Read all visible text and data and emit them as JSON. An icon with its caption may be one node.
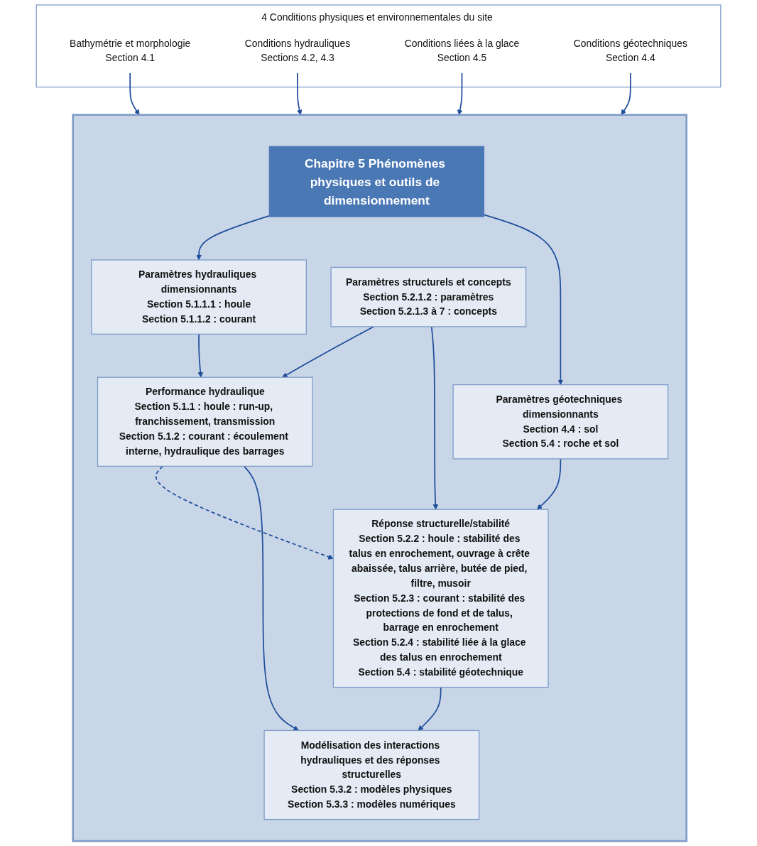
{
  "diagram": {
    "nodes": [
      {
        "text": [
          "4 Conditions physiques et environnementales du site"
        ]
      },
      {
        "text": [
          "Bathymétrie et morphologie",
          "Section 4.1"
        ],
        "in": 0
      },
      {
        "text": [
          "Conditions hydrauliques",
          "Sections 4.2, 4.3"
        ],
        "in": 0
      },
      {
        "text": [
          "Conditions liées à la glace",
          "Section 4.5"
        ],
        "in": 0
      },
      {
        "text": [
          "Conditions géotechniques",
          "Section 4.4"
        ],
        "in": 0
      },
      {
        "text": [],
        "shape": "box"
      },
      {
        "text": [
          "Chapitre 5 Phénomènes physiques et outils de dimensionnement"
        ],
        "in": 5
      },
      {
        "text": [
          "Paramètres hydrauliques dimensionnants",
          "Section 5.1.1.1 : houle",
          "Section 5.1.1.2 : courant"
        ],
        "in": 5
      },
      {
        "text": [
          "Paramètres structurels et concepts",
          "Section 5.2.1.2 : paramètres",
          "Section 5.2.1.3 à 7 : concepts"
        ],
        "in": 5
      },
      {
        "text": [
          "Paramètres géotechniques dimensionnants",
          "Section 4.4 : sol",
          "Section 5.4 : roche et sol"
        ],
        "in": 5
      },
      {
        "text": [
          "Performance hydraulique",
          "Section 5.1.1 : houle : run-up, franchissement, transmission",
          "Section 5.1.2 : courant : écoulement interne, hydraulique des barrages"
        ],
        "in": 5
      },
      {
        "text": [
          "Réponse structurelle/stabilité",
          "Section 5.2.2 : houle : stabilité des talus en enrochement, ouvrage à crête abaissée, talus arrière, butée de pied, filtre, musoir",
          "Section 5.2.3 : courant : stabilité des protections de fond et de talus, barrage en enrochement",
          "Section 5.2.4 : stabilité liée à la glace des talus en enrochement",
          "Section 5.4 : stabilité géotechnique"
        ],
        "in": 5
      },
      {
        "text": [
          "Modélisation des interactions hydrauliques et des réponses structurelles",
          "Section 5.3.2 : modèles physiques",
          "Section 5.3.3 : modèles numériques"
        ],
        "in": 5
      }
    ],
    "edges": [
      {
        "from": 1,
        "to": 5,
        "arrow": "to"
      },
      {
        "from": 2,
        "to": 5,
        "arrow": "to"
      },
      {
        "from": 3,
        "to": 5,
        "arrow": "to"
      },
      {
        "from": 4,
        "to": 5,
        "arrow": "to"
      },
      {
        "from": 6,
        "to": 7,
        "arrow": "to"
      },
      {
        "from": 6,
        "to": 9,
        "arrow": "to"
      },
      {
        "from": 7,
        "to": 10,
        "arrow": "to"
      },
      {
        "from": 8,
        "to": 10,
        "arrow": "to"
      },
      {
        "from": 8,
        "to": 11,
        "arrow": "to"
      },
      {
        "from": 9,
        "to": 11,
        "arrow": "to"
      },
      {
        "from": 10,
        "to": 11,
        "arrow": "to",
        "style": "dashed"
      },
      {
        "from": 10,
        "to": 12,
        "arrow": "to"
      },
      {
        "from": 11,
        "to": 12,
        "arrow": "to"
      }
    ]
  }
}
